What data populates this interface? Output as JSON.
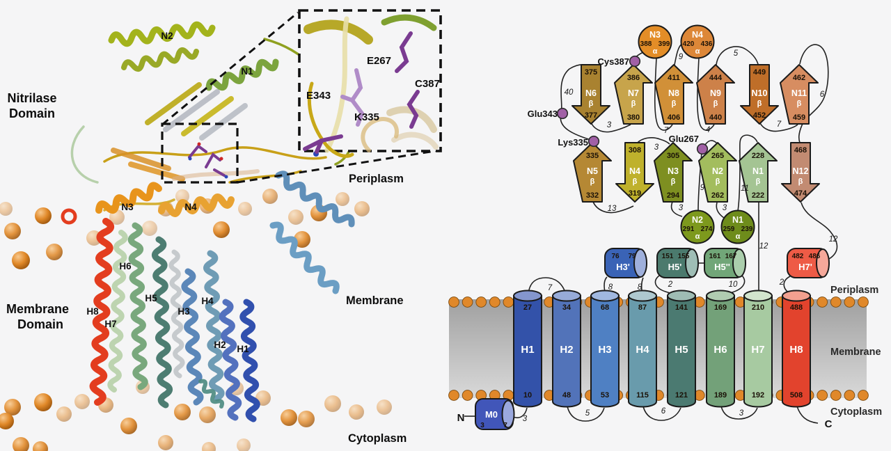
{
  "left_panel": {
    "nitrilase_label": [
      "Nitrilase",
      "Domain"
    ],
    "membrane_label": [
      "Membrane",
      "Domain"
    ],
    "regions": {
      "periplasm": "Periplasm",
      "membrane": "Membrane",
      "cytoplasm": "Cytoplasm"
    },
    "helix_labels": {
      "n2": "N2",
      "n1": "N1",
      "n3": "N3",
      "n4": "N4",
      "h6": "H6",
      "h5": "H5",
      "h8": "H8",
      "h7": "H7",
      "h3": "H3",
      "h4": "H4",
      "h2": "H2",
      "h1": "H1"
    },
    "inset_labels": {
      "e343": "E343",
      "k335": "K335",
      "e267": "E267",
      "c387": "C387"
    }
  },
  "topology": {
    "symbols": {
      "beta": "β",
      "alpha": "α"
    },
    "regions": {
      "periplasm": "Periplasm",
      "membrane": "Membrane",
      "cytoplasm": "Cytoplasm"
    },
    "terminals": {
      "n": "N",
      "c": "C"
    },
    "markers": {
      "cys387": "Cys387",
      "glu343": "Glu343",
      "lys335": "Lys335",
      "glu267": "Glu267"
    },
    "beta_strands": [
      {
        "name": "N6",
        "dir": "down",
        "res_top": "375",
        "res_bottom": "377",
        "color": "#a98230"
      },
      {
        "name": "N7",
        "dir": "up",
        "res_top": "386",
        "res_bottom": "380",
        "color": "#c7a44b"
      },
      {
        "name": "N8",
        "dir": "up",
        "res_top": "411",
        "res_bottom": "406",
        "color": "#d19038"
      },
      {
        "name": "N9",
        "dir": "up",
        "res_top": "444",
        "res_bottom": "440",
        "color": "#cd8149"
      },
      {
        "name": "N10",
        "dir": "down",
        "res_top": "449",
        "res_bottom": "452",
        "color": "#bf6e29"
      },
      {
        "name": "N11",
        "dir": "up",
        "res_top": "462",
        "res_bottom": "459",
        "color": "#d78d61"
      },
      {
        "name": "N5",
        "dir": "up",
        "res_top": "335",
        "res_bottom": "332",
        "color": "#b58834"
      },
      {
        "name": "N4",
        "dir": "down",
        "res_top": "308",
        "res_bottom": "319",
        "color": "#bfb12c"
      },
      {
        "name": "N3",
        "dir": "up",
        "res_top": "305",
        "res_bottom": "294",
        "color": "#7e8f21"
      },
      {
        "name": "N2",
        "dir": "up",
        "res_top": "265",
        "res_bottom": "262",
        "color": "#a3bd5e"
      },
      {
        "name": "N1",
        "dir": "up",
        "res_top": "228",
        "res_bottom": "222",
        "color": "#a4c493"
      },
      {
        "name": "N12",
        "dir": "down",
        "res_top": "468",
        "res_bottom": "474",
        "color": "#c28b72"
      }
    ],
    "alpha_circles": [
      {
        "name": "N3",
        "res_left": "388",
        "res_right": "399",
        "color": "#e38d27"
      },
      {
        "name": "N4",
        "res_left": "420",
        "res_right": "436",
        "color": "#dd8738"
      },
      {
        "name": "N2",
        "res_left": "291",
        "res_right": "274",
        "color": "#7d991d"
      },
      {
        "name": "N1",
        "res_left": "259",
        "res_right": "239",
        "color": "#6e8c1b"
      }
    ],
    "surface_helices": [
      {
        "name": "H3'",
        "res_left": "76",
        "res_right": "79",
        "color": "#3a63b6",
        "cap": "#9fb0dc"
      },
      {
        "name": "H5'",
        "res_left": "151",
        "res_right": "155",
        "color": "#4b7a6d",
        "cap": "#9fbeb6"
      },
      {
        "name": "H5''",
        "res_left": "161",
        "res_right": "167",
        "color": "#71a678",
        "cap": "#abceac"
      },
      {
        "name": "H7'",
        "res_left": "482",
        "res_right": "486",
        "color": "#ee5b46",
        "cap": "#f5a89a"
      }
    ],
    "tm_helices": [
      {
        "name": "H1",
        "res_top": "27",
        "res_bottom": "10",
        "color": "#3352a9",
        "cap": "#8496ce"
      },
      {
        "name": "H2",
        "res_top": "34",
        "res_bottom": "48",
        "color": "#5273b9",
        "cap": "#97abd8"
      },
      {
        "name": "H3",
        "res_top": "68",
        "res_bottom": "53",
        "color": "#4f80c3",
        "cap": "#a0b8e0"
      },
      {
        "name": "H4",
        "res_top": "87",
        "res_bottom": "115",
        "color": "#699bac",
        "cap": "#aec8cf"
      },
      {
        "name": "H5",
        "res_top": "141",
        "res_bottom": "121",
        "color": "#4b7a71",
        "cap": "#9fbcb4"
      },
      {
        "name": "H6",
        "res_top": "169",
        "res_bottom": "189",
        "color": "#73a179",
        "cap": "#b0ccb1"
      },
      {
        "name": "H7",
        "res_top": "210",
        "res_bottom": "192",
        "color": "#a7caa1",
        "cap": "#d2e4cd"
      },
      {
        "name": "H8",
        "res_top": "488",
        "res_bottom": "508",
        "color": "#e2432d",
        "cap": "#f2a08f"
      }
    ],
    "m0": {
      "name": "M0",
      "res_left": "3",
      "res_right": "7",
      "color": "#4156b9",
      "cap": "#9aa8de"
    },
    "loop_labels": {
      "n5_n6": "40",
      "n6_n7": "3",
      "n3a_n8": "7",
      "n8_n4a": "9",
      "n4a_n9": "4",
      "n9_n10": "5",
      "n10_n11": "7",
      "n11_n12": "6",
      "n4b_n3b": "3",
      "n5_n4b": "13",
      "n3b_n2a": "3",
      "glu267_n2a": "9",
      "n1a_n2b": "3",
      "n1b_n1a": "11",
      "n1b_h7": "12",
      "n12_h7p": "12",
      "h1_h2": "7",
      "h3_h3p": "8",
      "h3p_h4": "8",
      "h5p_h5": "2",
      "h5pp_h6": "10",
      "h7p_h8": "2",
      "m0_h1": "3",
      "h2_h3": "5",
      "h4_h5": "6",
      "h6_h7": "3"
    },
    "palette": {
      "lipid": "#e0882a",
      "marker": "#a160a6",
      "outline": "#1a1a1a"
    }
  }
}
